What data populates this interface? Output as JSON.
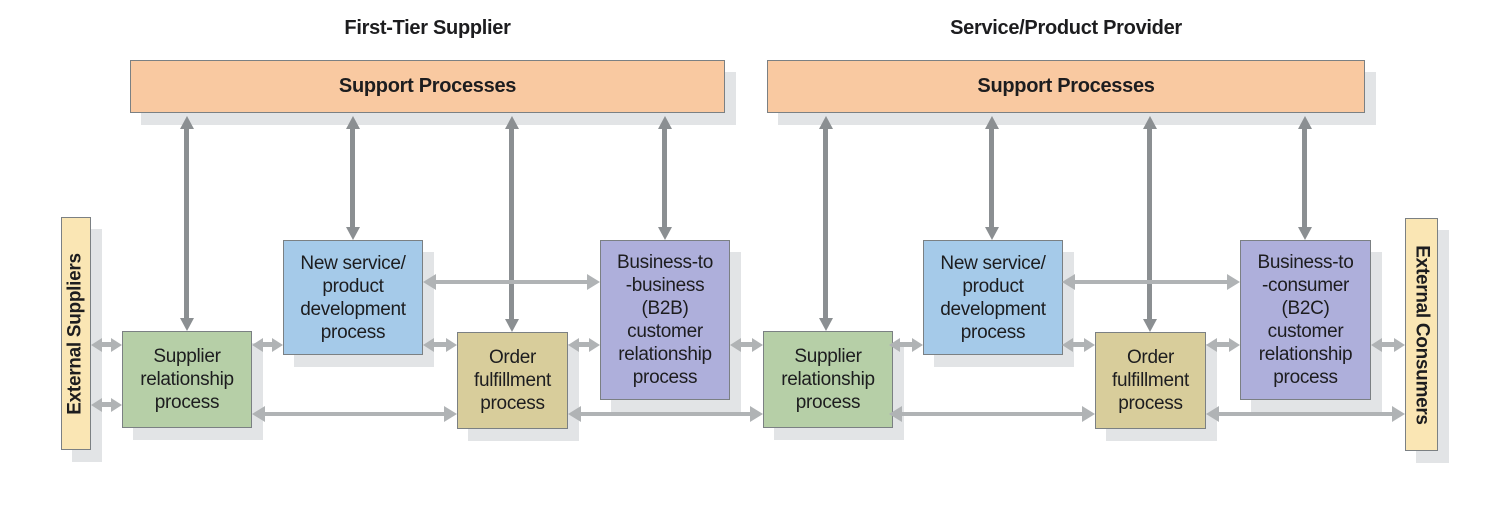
{
  "titles": {
    "left": "First-Tier Supplier",
    "right": "Service/Product Provider"
  },
  "support": {
    "left": "Support Processes",
    "right": "Support Processes"
  },
  "externals": {
    "suppliers": "External Suppliers",
    "consumers": "External Consumers"
  },
  "processes": {
    "left": {
      "supplier_relationship": "Supplier\nrelationship\nprocess",
      "new_service": "New service/\nproduct\ndevelopment\nprocess",
      "order_fulfillment": "Order\nfulfillment\nprocess",
      "customer_relationship": "Business-to\n-business\n(B2B)\ncustomer\nrelationship\nprocess"
    },
    "right": {
      "supplier_relationship": "Supplier\nrelationship\nprocess",
      "new_service": "New service/\nproduct\ndevelopment\nprocess",
      "order_fulfillment": "Order\nfulfillment\nprocess",
      "customer_relationship": "Business-to\n-consumer\n(B2C)\ncustomer\nrelationship\nprocess"
    }
  },
  "colors": {
    "support-fill": "#f9c9a1",
    "external-fill": "#fae6b4",
    "supplier-fill": "#b6cfa7",
    "new-service-fill": "#a5cae9",
    "order-fill": "#d8cd9b",
    "customer-fill": "#aeafdb",
    "arrow-light": "#b0b3b5",
    "arrow-dark": "#8b8f92",
    "shadow": "#e2e4e6",
    "border": "#7b8083",
    "text": "#1d1d1f"
  }
}
